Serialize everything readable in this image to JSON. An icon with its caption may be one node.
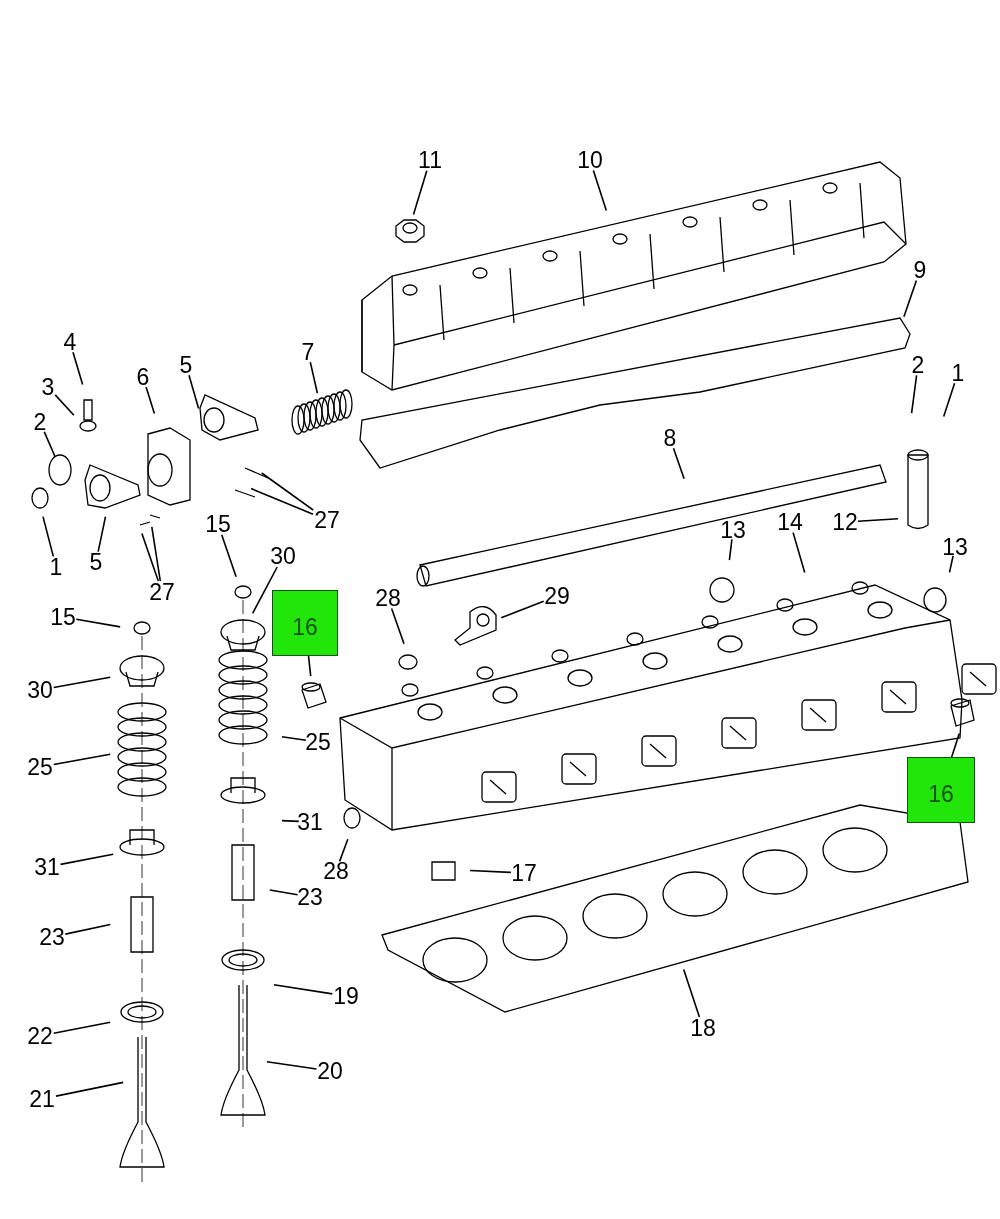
{
  "diagram": {
    "nodes": [
      {
        "text": [
          "11"
        ]
      },
      {
        "text": [
          "10"
        ]
      },
      {
        "text": [
          "9"
        ]
      },
      {
        "text": [
          "7"
        ]
      },
      {
        "text": [
          "4"
        ]
      },
      {
        "text": [
          "3"
        ]
      },
      {
        "text": [
          "6"
        ]
      },
      {
        "text": [
          "5"
        ]
      },
      {
        "text": [
          "2"
        ]
      },
      {
        "text": [
          "1"
        ]
      },
      {
        "text": [
          "5"
        ]
      },
      {
        "text": [
          "27"
        ]
      },
      {
        "text": [
          "27"
        ]
      },
      {
        "text": [
          "2"
        ]
      },
      {
        "text": [
          "1"
        ]
      },
      {
        "text": [
          "8"
        ]
      },
      {
        "text": [
          "12"
        ]
      },
      {
        "text": [
          "13"
        ]
      },
      {
        "text": [
          "14"
        ]
      },
      {
        "text": [
          "13"
        ]
      },
      {
        "text": [
          "15"
        ]
      },
      {
        "text": [
          "30"
        ]
      },
      {
        "text": [
          "16"
        ]
      },
      {
        "text": [
          "28"
        ]
      },
      {
        "text": [
          "29"
        ]
      },
      {
        "text": [
          "15"
        ]
      },
      {
        "text": [
          "30"
        ]
      },
      {
        "text": [
          "25"
        ]
      },
      {
        "text": [
          "25"
        ]
      },
      {
        "text": [
          "31"
        ]
      },
      {
        "text": [
          "31"
        ]
      },
      {
        "text": [
          "16"
        ]
      },
      {
        "text": [
          "28"
        ]
      },
      {
        "text": [
          "17"
        ]
      },
      {
        "text": [
          "23"
        ]
      },
      {
        "text": [
          "23"
        ]
      },
      {
        "text": [
          "19"
        ]
      },
      {
        "text": [
          "22"
        ]
      },
      {
        "text": [
          "18"
        ]
      },
      {
        "text": [
          "21"
        ]
      },
      {
        "text": [
          "20"
        ]
      }
    ],
    "edges": [
      {
        "from": 0,
        "to": null,
        "arrow": "none"
      },
      {
        "from": 1,
        "to": null,
        "arrow": "none"
      },
      {
        "from": 2,
        "to": null,
        "arrow": "none"
      },
      {
        "from": 3,
        "to": null,
        "arrow": "none"
      },
      {
        "from": 4,
        "to": null,
        "arrow": "none"
      },
      {
        "from": 5,
        "to": null,
        "arrow": "none"
      },
      {
        "from": 6,
        "to": null,
        "arrow": "none"
      },
      {
        "from": 7,
        "to": null,
        "arrow": "none"
      },
      {
        "from": 8,
        "to": null,
        "arrow": "none"
      },
      {
        "from": 9,
        "to": null,
        "arrow": "none"
      },
      {
        "from": 10,
        "to": null,
        "arrow": "none"
      },
      {
        "from": 11,
        "to": null,
        "arrow": "none"
      },
      {
        "from": 11,
        "to": null,
        "arrow": "none"
      },
      {
        "from": 12,
        "to": null,
        "arrow": "none"
      },
      {
        "from": 12,
        "to": null,
        "arrow": "none"
      },
      {
        "from": 13,
        "to": null,
        "arrow": "none"
      },
      {
        "from": 14,
        "to": null,
        "arrow": "none"
      },
      {
        "from": 15,
        "to": null,
        "arrow": "none"
      },
      {
        "from": 16,
        "to": null,
        "arrow": "none"
      },
      {
        "from": 17,
        "to": null,
        "arrow": "none"
      },
      {
        "from": 18,
        "to": null,
        "arrow": "none"
      },
      {
        "from": 19,
        "to": null,
        "arrow": "none"
      },
      {
        "from": 20,
        "to": null,
        "arrow": "none"
      },
      {
        "from": 21,
        "to": null,
        "arrow": "none"
      },
      {
        "from": 22,
        "to": null,
        "arrow": "none"
      },
      {
        "from": 23,
        "to": null,
        "arrow": "none"
      },
      {
        "from": 24,
        "to": null,
        "arrow": "none"
      },
      {
        "from": 25,
        "to": null,
        "arrow": "none"
      },
      {
        "from": 26,
        "to": null,
        "arrow": "none"
      },
      {
        "from": 27,
        "to": null,
        "arrow": "none"
      },
      {
        "from": 28,
        "to": null,
        "arrow": "none"
      },
      {
        "from": 29,
        "to": null,
        "arrow": "none"
      },
      {
        "from": 30,
        "to": null,
        "arrow": "none"
      },
      {
        "from": 31,
        "to": null,
        "arrow": "none"
      },
      {
        "from": 32,
        "to": null,
        "arrow": "none"
      },
      {
        "from": 33,
        "to": null,
        "arrow": "none"
      },
      {
        "from": 34,
        "to": null,
        "arrow": "none"
      },
      {
        "from": 35,
        "to": null,
        "arrow": "none"
      },
      {
        "from": 36,
        "to": null,
        "arrow": "none"
      },
      {
        "from": 37,
        "to": null,
        "arrow": "none"
      },
      {
        "from": 38,
        "to": null,
        "arrow": "none"
      },
      {
        "from": 39,
        "to": null,
        "arrow": "none"
      },
      {
        "from": 40,
        "to": null,
        "arrow": "none"
      }
    ]
  }
}
